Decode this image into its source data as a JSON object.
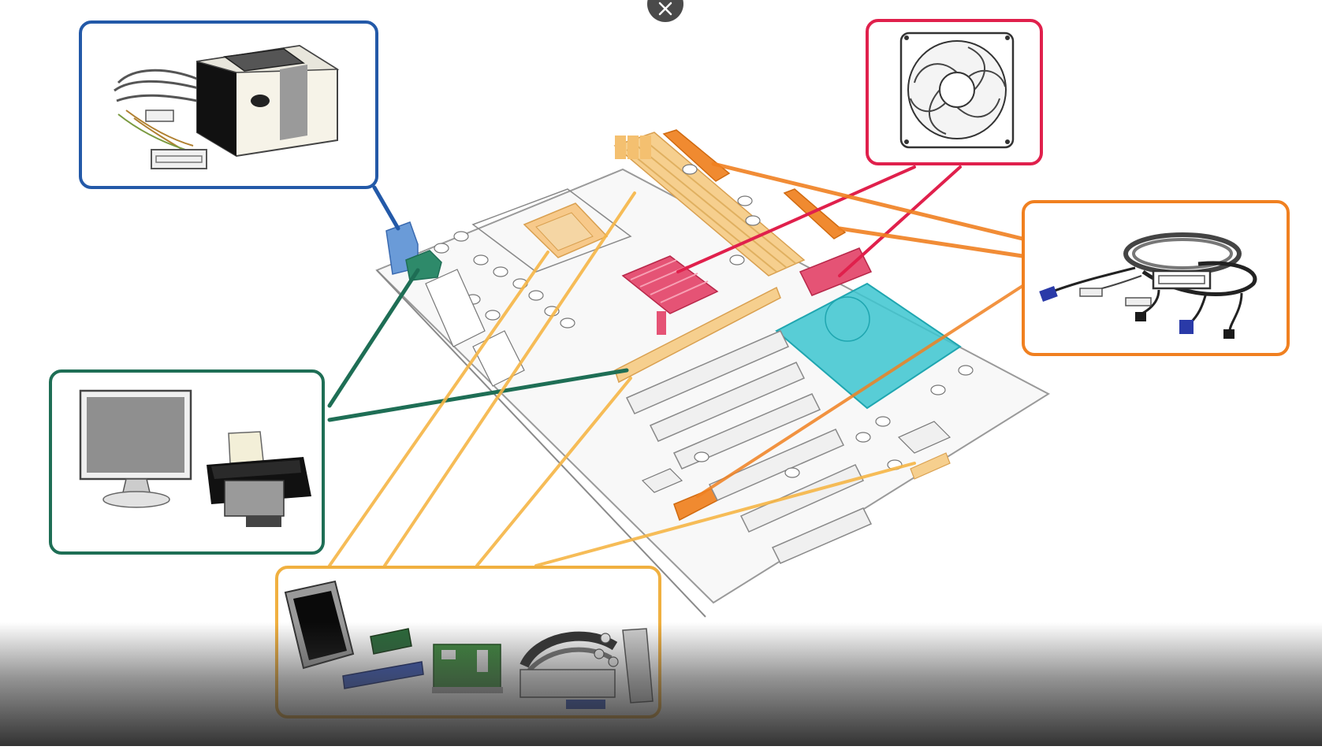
{
  "overlay": {
    "close_button": {
      "icon": "close-icon"
    }
  },
  "colors": {
    "power": "#2359a8",
    "cooling": "#e0204c",
    "io": "#1e6e55",
    "storage_expansion": "#f0b040",
    "cables": "#f08020",
    "chipset": "#3cc6d0",
    "board": "#f7f7f7",
    "board_stroke": "#9a9a9a"
  },
  "callouts": [
    {
      "id": "power-supply",
      "color_key": "power",
      "icon": "power-supply-icon"
    },
    {
      "id": "cooling-fan",
      "color_key": "cooling",
      "icon": "fan-icon"
    },
    {
      "id": "io-peripherals",
      "color_key": "io",
      "icon": "monitor-printer-icon"
    },
    {
      "id": "cables-connectors",
      "color_key": "cables",
      "icon": "cables-icon"
    },
    {
      "id": "storage-memory-cards",
      "color_key": "storage_expansion",
      "icon": "components-icon"
    }
  ]
}
